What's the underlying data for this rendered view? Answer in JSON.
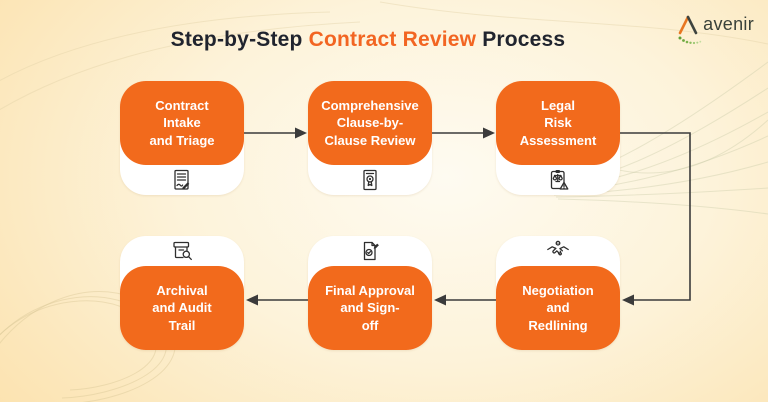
{
  "header": {
    "title": {
      "prefix": "Step-by-Step ",
      "highlight": "Contract Review",
      "suffix": " Process"
    },
    "logo": {
      "mark": "A",
      "text": "avenir"
    }
  },
  "colors": {
    "accent_orange": "#F26522",
    "card_orange": "#F26A1C",
    "title_dark": "#20242E",
    "connector": "#3B3B3B",
    "logo_green": "#5F9E33",
    "logo_text": "#39413A"
  },
  "steps": [
    {
      "order": 1,
      "label": "Contract\nIntake\nand Triage",
      "icon": "contract-intake-document-pen-icon"
    },
    {
      "order": 2,
      "label": "Comprehensive\nClause-by-\nClause Review",
      "icon": "clause-review-document-seal-icon"
    },
    {
      "order": 3,
      "label": "Legal\nRisk\nAssessment",
      "icon": "clipboard-scales-warning-icon"
    },
    {
      "order": 4,
      "label": "Negotiation\nand\nRedlining",
      "icon": "handshake-icon"
    },
    {
      "order": 5,
      "label": "Final Approval\nand Sign-\noff",
      "icon": "document-check-pen-icon"
    },
    {
      "order": 6,
      "label": "Archival\nand Audit\nTrail",
      "icon": "archive-magnifier-icon"
    }
  ]
}
